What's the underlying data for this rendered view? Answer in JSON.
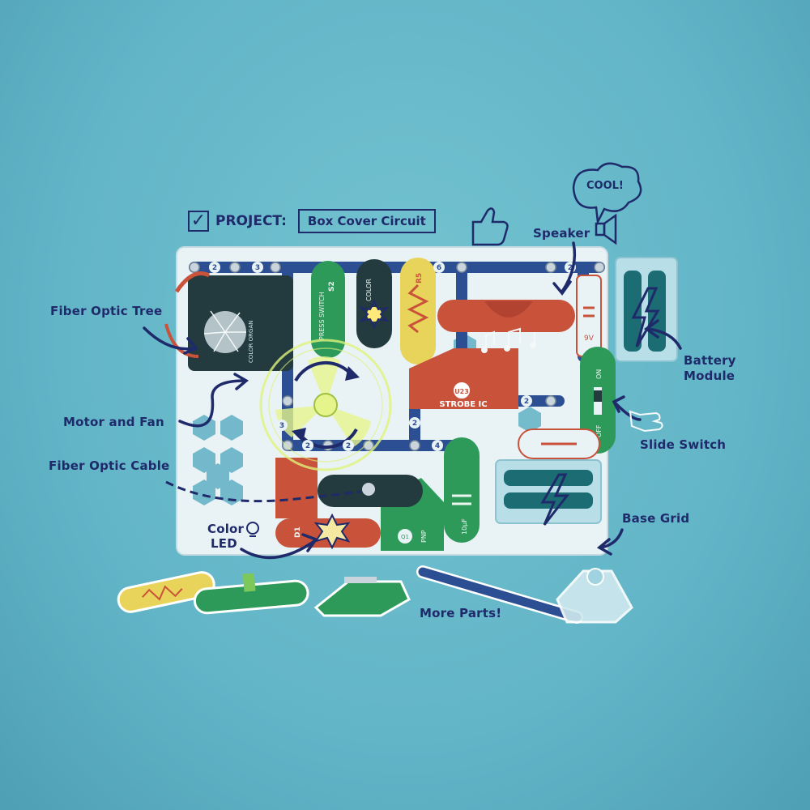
{
  "project": {
    "prefix": "PROJECT:",
    "check_mark": "✓",
    "title": "Box Cover Circuit"
  },
  "bubble": {
    "text": "COOL!"
  },
  "labels": {
    "fiber_optic_tree": "Fiber Optic Tree",
    "motor_and_fan": "Motor and Fan",
    "fiber_optic_cable": "Fiber Optic Cable",
    "color_led_1": "Color",
    "color_led_2": "LED",
    "speaker": "Speaker",
    "battery_module_1": "Battery",
    "battery_module_2": "Module",
    "slide_switch": "Slide Switch",
    "base_grid": "Base Grid",
    "more_parts": "More Parts!"
  },
  "part_text": {
    "strobe": "STROBE IC",
    "strobe_id": "U23",
    "color_organ": "COLOR ORGAN",
    "press_switch": "PRESS SWITCH",
    "color": "COLOR",
    "s2": "S2",
    "r5": "R5",
    "on": "ON",
    "off": "OFF",
    "nine_v": "9V",
    "pnp": "PNP",
    "q1": "Q1",
    "ten_uf": "10μF",
    "d1": "D1",
    "wire_numbers": [
      "2",
      "3",
      "6",
      "2",
      "2",
      "3",
      "2",
      "4",
      "2",
      "2"
    ]
  },
  "colors": {
    "background": "#67b8c8",
    "ink": "#1f2a6b",
    "grid": "#e8f2f5",
    "wire_blue": "#2c4f93",
    "green_part": "#2e9a5a",
    "red_part": "#c9523b",
    "yellow_part": "#e8d45a",
    "dark_part": "#233a3e"
  }
}
